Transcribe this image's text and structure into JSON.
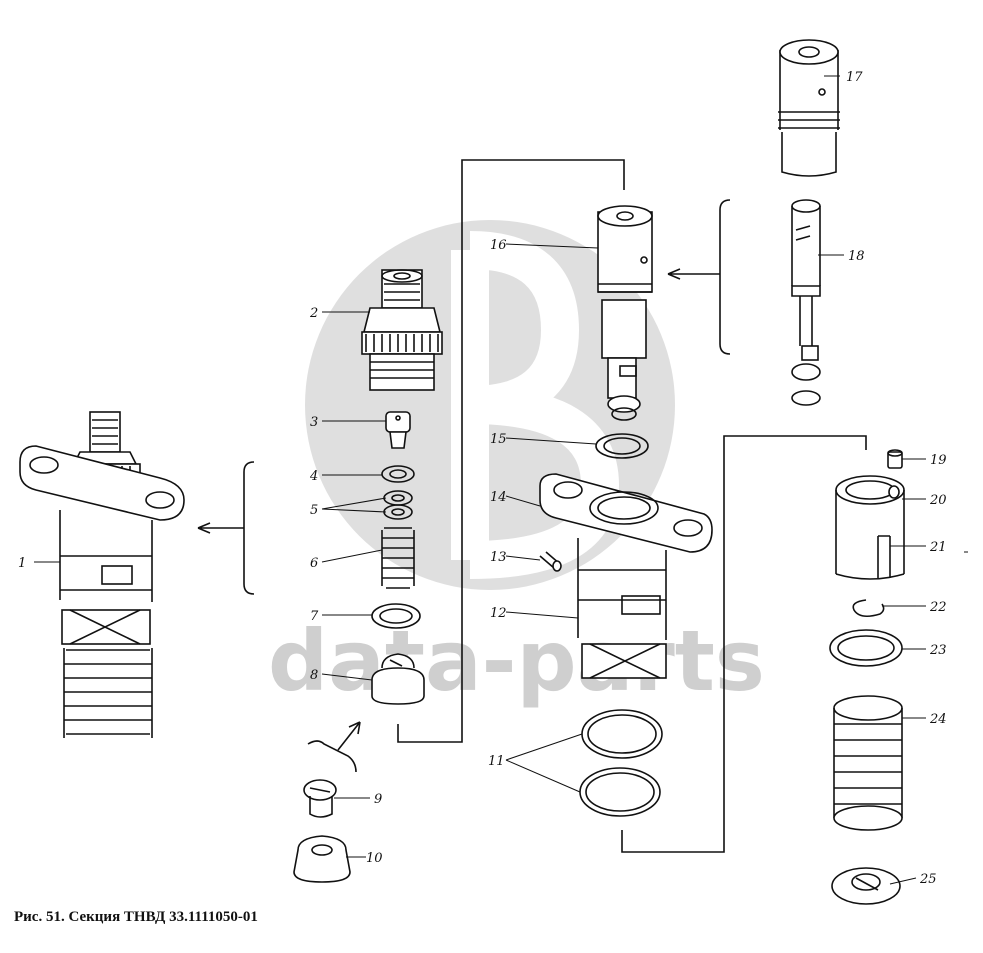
{
  "caption": "Рис. 51. Секция ТНВД 33.1111050-01",
  "watermark": "data-parts",
  "part_labels": [
    "1",
    "2",
    "3",
    "4",
    "5",
    "6",
    "7",
    "8",
    "9",
    "10",
    "11",
    "12",
    "13",
    "14",
    "15",
    "16",
    "17",
    "18",
    "19",
    "20",
    "21",
    "22",
    "23",
    "24",
    "25"
  ],
  "colors": {
    "line": "#111111",
    "watermark": "#cfcfcf",
    "background": "#ffffff"
  }
}
